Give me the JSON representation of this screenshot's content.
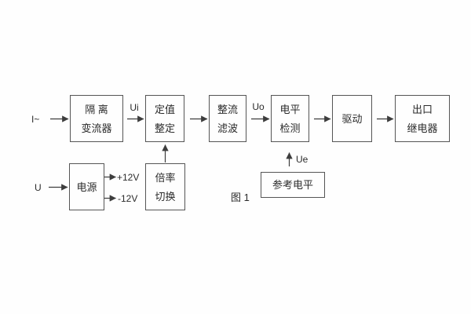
{
  "figure": {
    "caption": "图 1",
    "colors": {
      "line": "#3d3d3d",
      "border": "#555555",
      "text": "#2b2b2b",
      "background": "#fefefe"
    }
  },
  "blocks": [
    {
      "id": "isolation-transformer",
      "lines": [
        "隔 离",
        "变流器"
      ]
    },
    {
      "id": "setting-adjustment",
      "lines": [
        "定值",
        "整定"
      ]
    },
    {
      "id": "rectifier-filter",
      "lines": [
        "整流",
        "滤波"
      ]
    },
    {
      "id": "level-detection",
      "lines": [
        "电平",
        "检测"
      ]
    },
    {
      "id": "driver",
      "lines": [
        "驱动"
      ]
    },
    {
      "id": "output-relay",
      "lines": [
        "出口",
        "继电器"
      ]
    },
    {
      "id": "power-supply",
      "lines": [
        "电源"
      ]
    },
    {
      "id": "ratio-switch",
      "lines": [
        "倍率",
        "切换"
      ]
    },
    {
      "id": "reference-level",
      "lines": [
        "参考电平"
      ]
    }
  ],
  "labels": {
    "input_current": "I~",
    "input_voltage": "U",
    "ui": "Ui",
    "uo": "Uo",
    "ue": "Ue",
    "plus12v": "+12V",
    "minus12v": "-12V"
  },
  "connections": [
    {
      "from": "input_current",
      "to": "isolation-transformer"
    },
    {
      "from": "isolation-transformer",
      "to": "setting-adjustment",
      "label": "Ui"
    },
    {
      "from": "setting-adjustment",
      "to": "rectifier-filter"
    },
    {
      "from": "rectifier-filter",
      "to": "level-detection",
      "label": "Uo"
    },
    {
      "from": "level-detection",
      "to": "driver"
    },
    {
      "from": "driver",
      "to": "output-relay"
    },
    {
      "from": "ratio-switch",
      "to": "setting-adjustment"
    },
    {
      "from": "reference-level",
      "to": "level-detection",
      "label": "Ue"
    },
    {
      "from": "input_voltage",
      "to": "power-supply"
    },
    {
      "from": "power-supply",
      "to": "plus12v"
    },
    {
      "from": "power-supply",
      "to": "minus12v"
    }
  ]
}
